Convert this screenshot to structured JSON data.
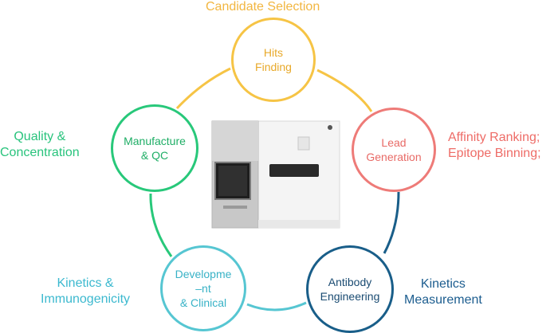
{
  "nodes": {
    "hits": "Hits\nFinding",
    "lead": "Lead\nGeneration",
    "antibody": "Antibody\nEngineering",
    "development": "Developme\n–nt\n& Clinical",
    "manufacture": "Manufacture\n& QC"
  },
  "labels": {
    "candidate": "Candidate Selection",
    "affinity": "Affinity Ranking;\nEpitope Binning;",
    "kinetics_measurement": "Kinetics\nMeasurement",
    "kinetics_immuno": "Kinetics &\nImmunogenicity",
    "quality": "Quality &\nConcentration"
  },
  "colors": {
    "hits": "#f6c445",
    "lead": "#ee7b78",
    "antibody": "#195e89",
    "development": "#56c6d2",
    "manufacture": "#28c87a"
  },
  "center_image": "biosensor-instrument"
}
